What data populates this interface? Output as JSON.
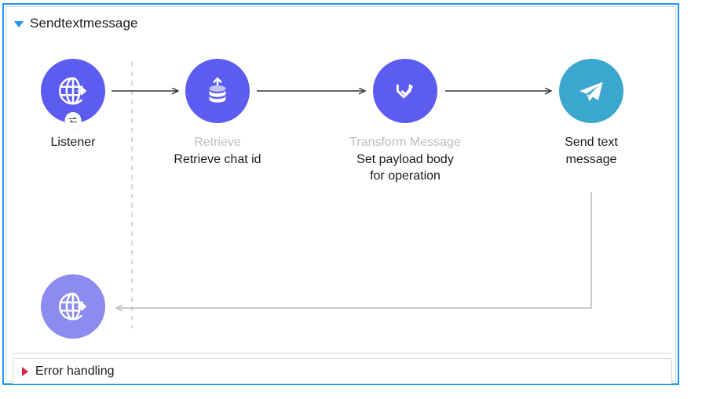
{
  "window": {
    "accent_border_color": "#2196f3",
    "background": "#ffffff"
  },
  "flow": {
    "title": "Sendtextmessage",
    "expanded": true,
    "toggle_icon": "triangle-down-icon",
    "toggle_color": "#2196f3"
  },
  "error_handling": {
    "title": "Error handling",
    "expanded": false,
    "toggle_icon": "triangle-right-icon",
    "toggle_color": "#d32a4e"
  },
  "nodes": [
    {
      "id": "listener",
      "type_label": "",
      "label": "Listener",
      "icon": "globe-arrow-icon",
      "badge_icon": "bidirectional-arrows-icon",
      "color": "#5c5cf0",
      "has_badge": true
    },
    {
      "id": "retrieve",
      "type_label": "Retrieve",
      "label": "Retrieve chat id",
      "icon": "database-upload-icon",
      "color": "#5c5cf0",
      "has_badge": false
    },
    {
      "id": "transform",
      "type_label": "Transform Message",
      "label": "Set payload body for operation",
      "icon": "transform-check-icon",
      "color": "#5c5cf0",
      "has_badge": false
    },
    {
      "id": "send-text-message",
      "type_label": "",
      "label": "Send text message",
      "icon": "telegram-plane-icon",
      "color": "#3ba7cf",
      "has_badge": false
    },
    {
      "id": "error-response",
      "type_label": "",
      "label": "",
      "icon": "globe-arrow-icon",
      "color": "#8b8bf0",
      "has_badge": false
    }
  ],
  "connectors": [
    {
      "id": "listener-to-retrieve",
      "from": "listener",
      "to": "retrieve",
      "style": "solid-arrow",
      "color": "#333333"
    },
    {
      "id": "retrieve-to-transform",
      "from": "retrieve",
      "to": "transform",
      "style": "solid-arrow",
      "color": "#333333"
    },
    {
      "id": "transform-to-send",
      "from": "transform",
      "to": "send-text-message",
      "style": "solid-arrow",
      "color": "#333333"
    },
    {
      "id": "send-to-error-response",
      "from": "send-text-message",
      "to": "error-response",
      "style": "return-path",
      "color": "#b9b9b9"
    },
    {
      "id": "source-boundary",
      "style": "dashed-vertical",
      "color": "#cccccc"
    }
  ]
}
